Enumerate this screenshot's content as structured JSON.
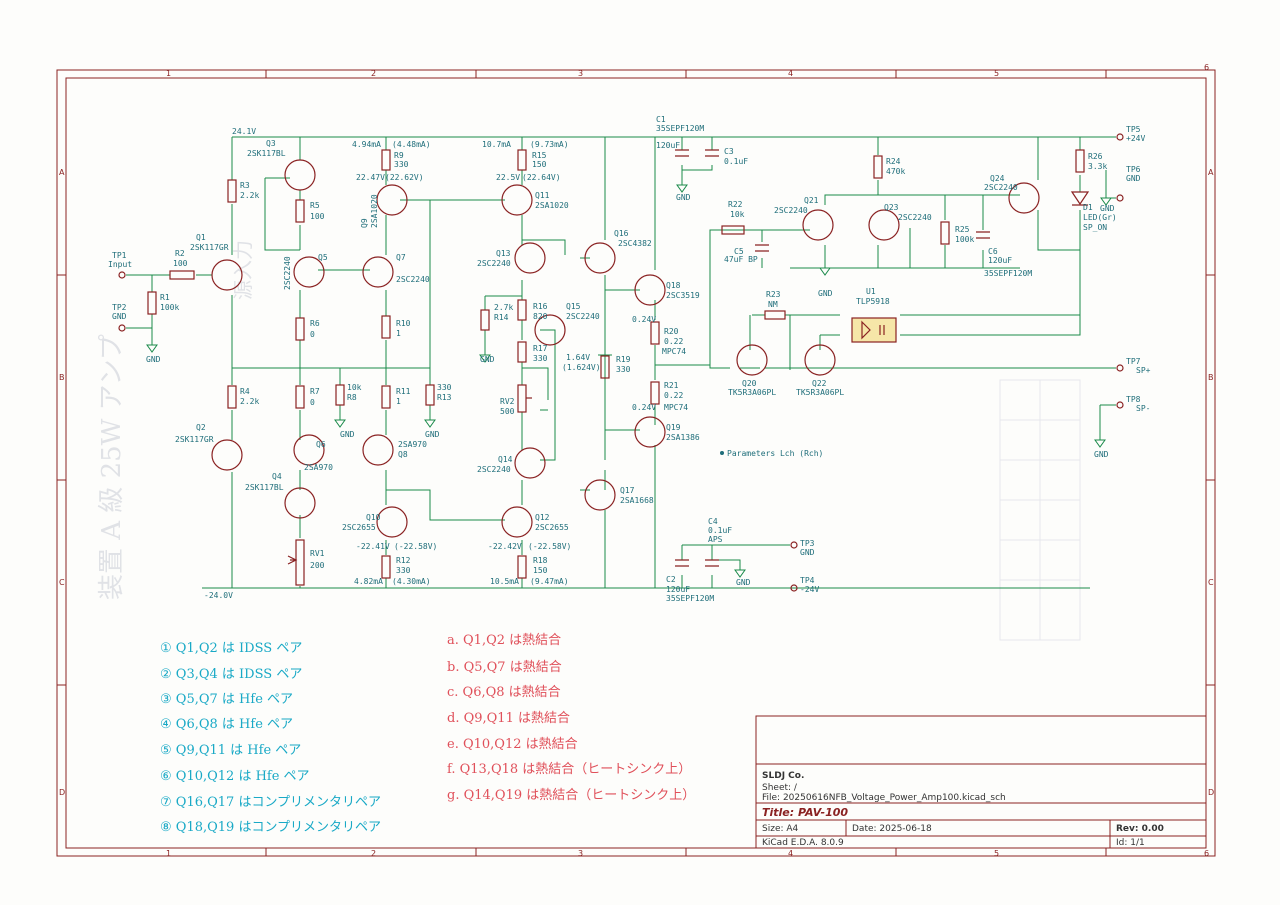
{
  "components": {
    "tp1": "TP1",
    "tp1_name": "Input",
    "tp2": "TP2",
    "tp2_name": "GND",
    "tp3": "TP3",
    "tp3_name": "GND",
    "tp4": "TP4",
    "tp4_name": "-24V",
    "tp5": "TP5",
    "tp5_name": "+24V",
    "tp6": "TP6",
    "tp6_name": "GND",
    "tp7": "TP7",
    "tp7_name": "SP+",
    "tp8": "TP8",
    "tp8_name": "SP-",
    "r1": "R1",
    "r1_val": "100k",
    "r2": "R2",
    "r2_val": "100",
    "r3": "R3",
    "r3_val": "2.2k",
    "r4": "R4",
    "r4_val": "2.2k",
    "r5": "R5",
    "r5_val": "100",
    "r6": "R6",
    "r6_val": "0",
    "r7": "R7",
    "r7_val": "0",
    "r8": "R8",
    "r8_val": "10k",
    "r9": "R9",
    "r9_val": "330",
    "r10": "R10",
    "r10_val": "1",
    "r11": "R11",
    "r11_val": "1",
    "r12": "R12",
    "r12_val": "330",
    "r13": "R13",
    "r13_val": "330",
    "r14": "R14",
    "r14_val": "2.7k",
    "r15": "R15",
    "r15_val": "150",
    "r16": "R16",
    "r16_val": "820",
    "r17": "R17",
    "r17_val": "330",
    "r18": "R18",
    "r18_val": "150",
    "r19": "R19",
    "r19_val": "330",
    "r20": "R20",
    "r20_val": "0.22",
    "r20_part": "MPC74",
    "r21": "R21",
    "r21_val": "0.22",
    "r21_part": "MPC74",
    "r22": "R22",
    "r22_val": "10k",
    "r23": "R23",
    "r23_val": "NM",
    "r24": "R24",
    "r24_val": "470k",
    "r25": "R25",
    "r25_val": "100k",
    "r26": "R26",
    "r26_val": "3.3k",
    "rv1": "RV1",
    "rv1_val": "200",
    "rv2": "RV2",
    "rv2_val": "500",
    "c1": "C1",
    "c1_val": "35SEPF120M",
    "c2": "C2",
    "c2_val": "35SEPF120M",
    "c3": "C3",
    "c3_val": "0.1uF",
    "c4": "C4",
    "c4_val": "0.1uF",
    "c5": "C5",
    "c5_val": "47uF BP",
    "c6": "C6",
    "c6_val": "120uF",
    "c6_part": "35SEPF120M",
    "c1_cap": "120uF",
    "c2_cap": "120uF",
    "aps": "APS",
    "q1": "Q1",
    "q1_part": "2SK117GR",
    "q2": "Q2",
    "q2_part": "2SK117GR",
    "q3": "Q3",
    "q3_part": "2SK117BL",
    "q4": "Q4",
    "q4_part": "2SK117BL",
    "q5": "Q5",
    "q5_part": "2SC2240",
    "q6": "Q6",
    "q6_part": "2SA970",
    "q7": "Q7",
    "q7_part": "2SC2240",
    "q8": "Q8",
    "q8_part": "2SA970",
    "q9": "Q9",
    "q9_part": "2SA1020",
    "q10": "Q10",
    "q10_part": "2SC2655",
    "q11": "Q11",
    "q11_part": "2SA1020",
    "q12": "Q12",
    "q12_part": "2SC2655",
    "q13": "Q13",
    "q13_part": "2SC2240",
    "q14": "Q14",
    "q14_part": "2SC2240",
    "q15": "Q15",
    "q15_part": "2SC2240",
    "q16": "Q16",
    "q16_part": "2SC4382",
    "q17": "Q17",
    "q17_part": "2SA1668",
    "q18": "Q18",
    "q18_part": "2SC3519",
    "q19": "Q19",
    "q19_part": "2SA1386",
    "q20": "Q20",
    "q20_part": "TK5R3A06PL",
    "q21": "Q21",
    "q21_part": "2SC2240",
    "q22": "Q22",
    "q22_part": "TK5R3A06PL",
    "q23": "Q23",
    "q23_part": "2SC2240",
    "q24": "Q24",
    "q24_part": "2SC2240",
    "u1": "U1",
    "u1_part": "TLP5918",
    "d1": "D1",
    "d1_part": "LED(Gr)",
    "d1_net": "SP_ON"
  },
  "measurements": {
    "v_pos": "24.1V",
    "v_neg": "-24.0V",
    "i_q9": "4.94mA",
    "i_q9_r": "(4.48mA)",
    "v_q9": "22.47V",
    "v_q9_r": "(22.62V)",
    "i_q11": "10.7mA",
    "i_q11_r": "(9.73mA)",
    "v_q11": "22.5V",
    "v_q11_r": "(22.64V)",
    "v_q10": "-22.41V",
    "v_q10_r": "(-22.58V)",
    "i_q10": "4.82mA",
    "i_q10_r": "(4.30mA)",
    "v_q12": "-22.42V",
    "v_q12_r": "(-22.58V)",
    "i_q12": "10.5mA",
    "i_q12_r": "(9.47mA)",
    "v_r19": "1.64V",
    "v_r19_r": "(1.624V)",
    "v_r20": "0.24V",
    "v_r21": "0.24V",
    "params": "Parameters Lch (Rch)"
  },
  "ground_label": "GND",
  "notes_pairs": [
    "① Q1,Q2 は IDSS ペア",
    "② Q3,Q4 は IDSS ペア",
    "③ Q5,Q7 は Hfe ペア",
    "④ Q6,Q8 は Hfe ペア",
    "⑤ Q9,Q11 は Hfe ペア",
    "⑥ Q10,Q12 は Hfe ペア",
    "⑦ Q16,Q17 はコンプリメンタリペア",
    "⑧ Q18,Q19 はコンプリメンタリペア"
  ],
  "notes_thermal": [
    "a. Q1,Q2 は熱結合",
    "b. Q5,Q7 は熱結合",
    "c. Q6,Q8 は熱結合",
    "d. Q9,Q11 は熱結合",
    "e. Q10,Q12 は熱結合",
    "f. Q13,Q18 は熱結合（ヒートシンク上）",
    "g. Q14,Q19 は熱結合（ヒートシンク上）"
  ],
  "title_block": {
    "company": "SLDJ Co.",
    "sheet": "Sheet: /",
    "file": "File: 20250616NFB_Voltage_Power_Amp100.kicad_sch",
    "title": "Title: PAV-100",
    "size": "Size: A4",
    "date": "Date: 2025-06-18",
    "rev": "Rev: 0.00",
    "tool": "KiCad E.D.A. 8.0.9",
    "id": "Id: 1/1"
  },
  "frame": {
    "cols": [
      "1",
      "2",
      "3",
      "4",
      "5",
      "6"
    ],
    "rows": [
      "A",
      "B",
      "C",
      "D"
    ]
  },
  "colors": {
    "wire": "#1a8a4a",
    "component": "#8a2222",
    "label": "#1f6e7a",
    "note_cyan": "#19a9c6",
    "note_red": "#e0505a"
  }
}
